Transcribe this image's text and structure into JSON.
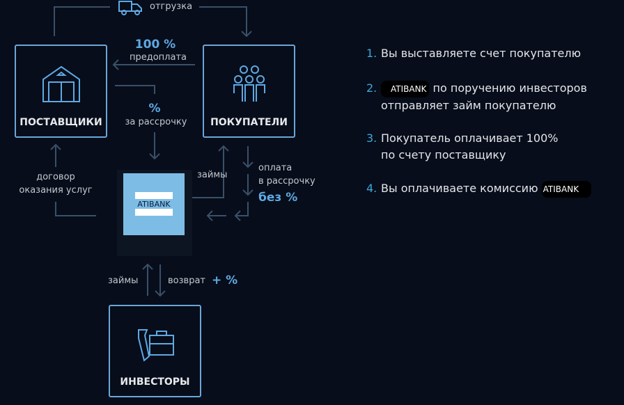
{
  "diagram": {
    "suppliers": "ПОСТАВЩИКИ",
    "buyers": "ПОКУПАТЕЛИ",
    "investors": "ИНВЕСТОРЫ",
    "bank": "ATIBANK",
    "shipment": "отгрузка",
    "prepay_pct": "100 %",
    "prepay": "предоплата",
    "pct": "%",
    "installment_fee": "за рассрочку",
    "contract_1": "договор",
    "contract_2": "оказания услуг",
    "loans_buyer": "займы",
    "pay_1": "оплата",
    "pay_2": "в рассрочку",
    "pay_3": "без %",
    "loans_inv": "займы",
    "return": "возврат",
    "return_pct": "+ %"
  },
  "steps": [
    {
      "num": "1.",
      "line1": "Вы выставляете счет покупателю"
    },
    {
      "num": "2.",
      "bank": "ATIBANK",
      "line1": "по поручению инвесторов",
      "line2": "отправляет займ покупателю"
    },
    {
      "num": "3.",
      "line1": "Покупатель оплачивает 100%",
      "line2": "по счету поставщику"
    },
    {
      "num": "4.",
      "line1": "Вы оплачиваете комиссию",
      "bank": "ATIBANK"
    }
  ],
  "colors": {
    "background": "#070d1a",
    "accent": "#5fa9e3",
    "border": "#6aa7d9",
    "line": "#3a5069"
  }
}
